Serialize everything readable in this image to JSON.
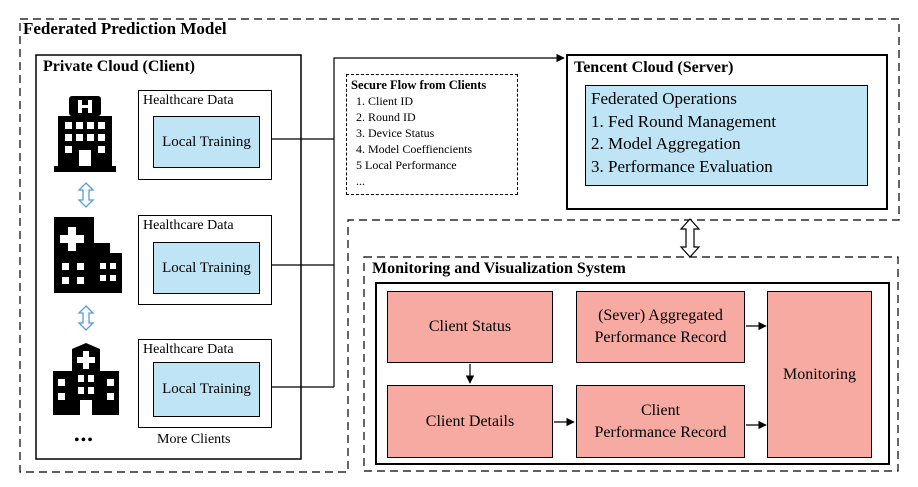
{
  "title": "Federated Prediction Model",
  "client": {
    "title": "Private Cloud (Client)",
    "boxes": [
      {
        "label": "Healthcare Data",
        "inner": "Local Training"
      },
      {
        "label": "Healthcare Data",
        "inner": "Local Training"
      },
      {
        "label": "Healthcare Data",
        "inner": "Local Training"
      }
    ],
    "more_dots": "•••",
    "more_label": "More Clients"
  },
  "secure_flow": {
    "title": "Secure Flow from Clients",
    "items": [
      "1. Client ID",
      "2. Round ID",
      "3. Device Status",
      "4. Model Coeffiencients",
      "5 Local Performance",
      "..."
    ]
  },
  "server": {
    "title": "Tencent Cloud (Server)",
    "ops_title": "Federated Operations",
    "ops": [
      "1. Fed Round Management",
      "2. Model Aggregation",
      "3. Performance Evaluation"
    ]
  },
  "monitoring": {
    "title": "Monitoring and Visualization System",
    "client_status": "Client Status",
    "client_details": "Client Details",
    "aggregated_line1": "(Sever) Aggregated",
    "aggregated_line2": "Performance Record",
    "client_perf_line1": "Client",
    "client_perf_line2": "Performance Record",
    "monitoring": "Monitoring"
  },
  "colors": {
    "light_blue": "#bfe4f5",
    "salmon": "#f6aaa1",
    "icon_arrow_blue": "#5b9bd5"
  },
  "icons": [
    "hospital-building-icon",
    "clinic-building-icon",
    "hospital-tower-icon",
    "double-arrow-icon"
  ]
}
